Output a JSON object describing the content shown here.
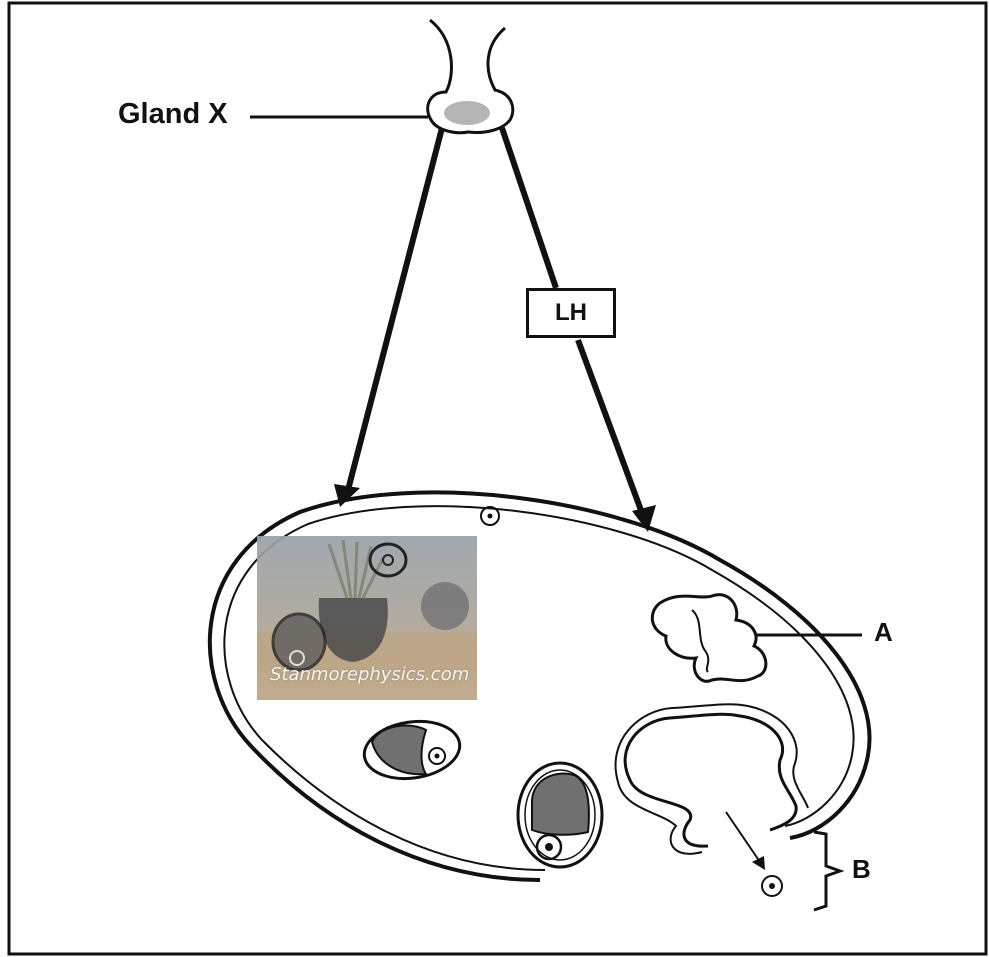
{
  "labels": {
    "gland": "Gland X",
    "hormone": "LH",
    "structure_a": "A",
    "structure_b": "B"
  },
  "watermark": "Stanmorephysics.com",
  "colors": {
    "ink": "#111111",
    "follicle_fill": "#707070",
    "gland_fill": "#b5b5b5"
  }
}
